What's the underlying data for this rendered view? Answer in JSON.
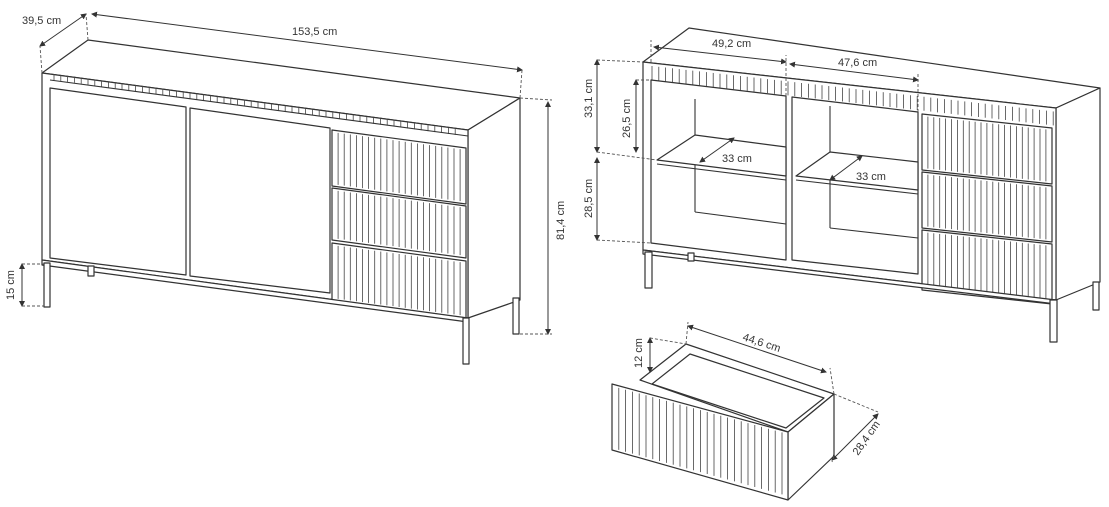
{
  "drawings": [
    {
      "view": "closed",
      "dimensions": {
        "depth": "39,5 cm",
        "width": "153,5 cm",
        "height": "81,4 cm",
        "leg": "15 cm"
      }
    },
    {
      "view": "open",
      "dimensions": {
        "compartment_left_width": "49,2 cm",
        "compartment_right_width": "47,6 cm",
        "upper_height": "33,1 cm",
        "shelf_gap": "26,5 cm",
        "lower_height": "28,5 cm",
        "shelf_depth_left": "33 cm",
        "shelf_depth_right": "33 cm"
      }
    },
    {
      "view": "drawer",
      "dimensions": {
        "inner_width": "44,6 cm",
        "inner_height": "12 cm",
        "inner_depth": "28,4 cm"
      }
    }
  ],
  "colors": {
    "line": "#333333",
    "background": "#ffffff"
  }
}
